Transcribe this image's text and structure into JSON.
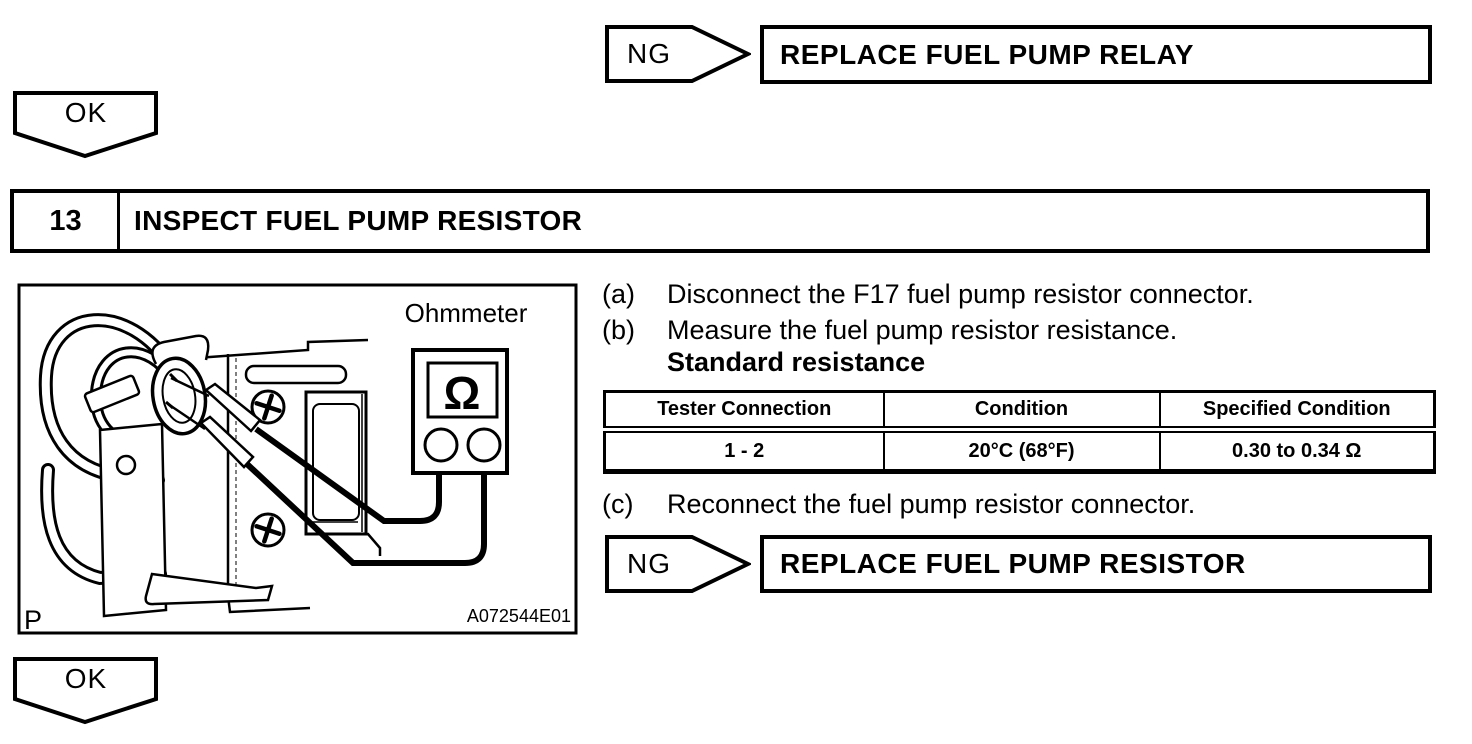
{
  "flow": {
    "ng_top": {
      "label": "NG",
      "action": "REPLACE FUEL PUMP RELAY"
    },
    "ok_top": {
      "label": "OK"
    },
    "step": {
      "number": "13",
      "title": "INSPECT FUEL PUMP RESISTOR"
    },
    "ng_bottom": {
      "label": "NG",
      "action": "REPLACE FUEL PUMP RESISTOR"
    },
    "ok_bottom": {
      "label": "OK"
    }
  },
  "instructions": {
    "a": {
      "marker": "(a)",
      "text": "Disconnect the F17 fuel pump resistor connector."
    },
    "b": {
      "marker": "(b)",
      "text": "Measure the fuel pump resistor resistance."
    },
    "c": {
      "marker": "(c)",
      "text": "Reconnect the fuel pump resistor connector."
    }
  },
  "standard_heading": "Standard resistance",
  "table": {
    "headers": [
      "Tester Connection",
      "Condition",
      "Specified Condition"
    ],
    "rows": [
      [
        "1 - 2",
        "20°C (68°F)",
        "0.30 to 0.34 Ω"
      ]
    ]
  },
  "figure": {
    "label": "Ohmmeter",
    "corner_label": "P",
    "figure_id": "A072544E01",
    "ohm_symbol": "Ω"
  },
  "colors": {
    "ink": "#000000",
    "paper": "#ffffff"
  }
}
